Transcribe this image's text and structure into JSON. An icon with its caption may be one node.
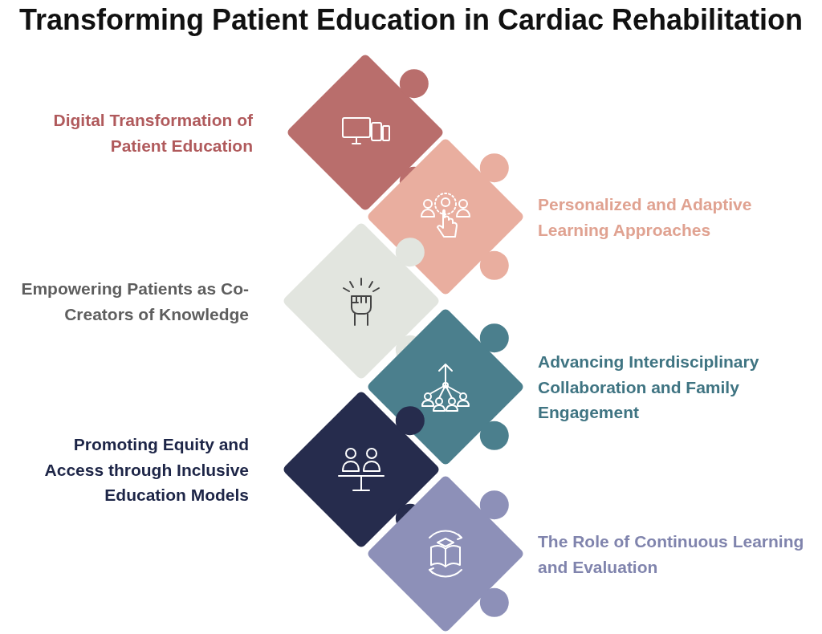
{
  "diagram": {
    "title": "Transforming Patient Education in Cardiac Rehabilitation",
    "nodes": [
      {
        "text": [
          "Digital Transformation of Patient Education"
        ]
      },
      {
        "text": [
          "Personalized and Adaptive Learning Approaches"
        ]
      },
      {
        "text": [
          "Empowering Patients as Co-Creators of Knowledge"
        ]
      },
      {
        "text": [
          "Advancing Interdisciplinary Collaboration and Family Engagement"
        ]
      },
      {
        "text": [
          "Promoting Equity and Access through Inclusive Education Models"
        ]
      },
      {
        "text": [
          "The Role of Continuous Learning and Evaluation"
        ]
      }
    ]
  }
}
